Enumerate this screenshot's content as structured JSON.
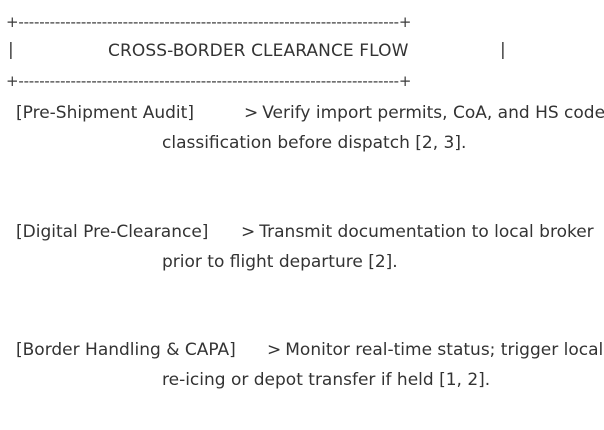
{
  "header": {
    "border_top": "+-------------------------------------------------------------------------+",
    "pipe": "|",
    "title": "CROSS-BORDER CLEARANCE FLOW",
    "border_bottom": "+-------------------------------------------------------------------------+"
  },
  "steps": [
    {
      "label": "[Pre-Shipment Audit]",
      "arrow": ">",
      "line1": "Verify import permits, CoA, and HS code",
      "line2": "classification before dispatch [2, 3]."
    },
    {
      "label": "[Digital Pre-Clearance]",
      "arrow": ">",
      "line1": "Transmit documentation to local broker",
      "line2": "prior to flight departure [2]."
    },
    {
      "label": "[Border Handling & CAPA]",
      "arrow": ">",
      "line1": "Monitor real-time status; trigger local",
      "line2": "re-icing or depot transfer if held [1, 2]."
    }
  ]
}
